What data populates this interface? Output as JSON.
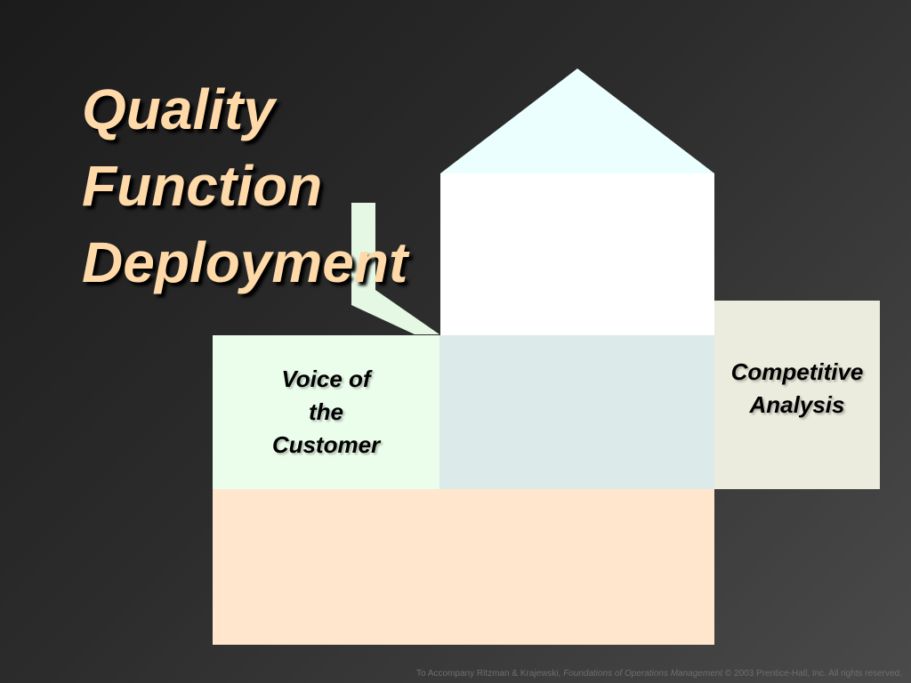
{
  "title": {
    "lines": [
      "Quality",
      "Function",
      "Deployment"
    ]
  },
  "house": {
    "voice_of_customer_lines": [
      "Voice of",
      "the",
      "Customer"
    ],
    "competitive_analysis_lines": [
      "Competitive",
      "Analysis"
    ]
  },
  "footer": {
    "prefix": "To Accompany Ritzman & Krajewski, ",
    "book_title": "Foundations of Operations Management",
    "suffix": " © 2003 Prentice-Hall, Inc. All rights reserved."
  },
  "colors": {
    "title": "#FFD9A8",
    "roof": "#ECFFFF",
    "upper_room": "#FFFFFF",
    "chimney": "#E4F8E4",
    "voice_room": "#EBFDEB",
    "center_room": "#DDEAEA",
    "competitive_room": "#EBEBDE",
    "foundation": "#FFE6CD",
    "footer_text": "#6E6E6E"
  }
}
